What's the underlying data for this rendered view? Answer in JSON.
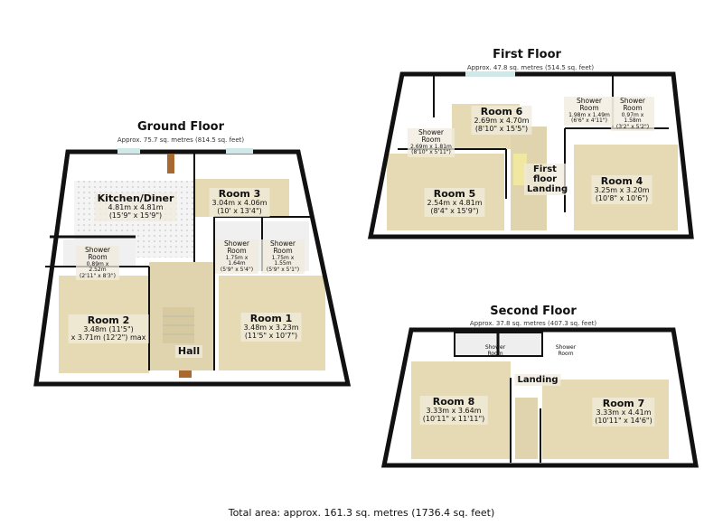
{
  "colors": {
    "wall": "#111111",
    "floor": "#e6dab4",
    "tile": "#f2f2f2",
    "inner": "#ffffff",
    "window": "#cfe8e8",
    "door": "#a86a30"
  },
  "ground": {
    "title": "Ground Floor",
    "subtitle": "Approx. 75.7 sq. metres (814.5 sq. feet)",
    "kitchen": {
      "name": "Kitchen/Diner",
      "dim_m": "4.81m x 4.81m",
      "dim_ft": "(15'9\" x 15'9\")"
    },
    "room3": {
      "name": "Room 3",
      "dim_m": "3.04m x 4.06m",
      "dim_ft": "(10' x 13'4\")"
    },
    "shower_a": {
      "name": "Shower Room",
      "dim_m": "0.89m x 2.52m",
      "dim_ft": "(2'11\" x 8'3\")"
    },
    "shower_b": {
      "name": "Shower Room",
      "dim_m": "1.75m x 1.64m",
      "dim_ft": "(5'9\" x 5'4\")"
    },
    "shower_c": {
      "name": "Shower Room",
      "dim_m": "1.75m x 1.55m",
      "dim_ft": "(5'9\" x 5'1\")"
    },
    "room2": {
      "name": "Room 2",
      "dim_m": "3.48m (11'5\")",
      "dim_ft": "x 3.71m (12'2\") max"
    },
    "room1": {
      "name": "Room 1",
      "dim_m": "3.48m x 3.23m",
      "dim_ft": "(11'5\" x 10'7\")"
    },
    "hall": {
      "name": "Hall"
    }
  },
  "first": {
    "title": "First Floor",
    "subtitle": "Approx. 47.8 sq. metres (514.5 sq. feet)",
    "room6": {
      "name": "Room 6",
      "dim_m": "2.69m x 4.70m",
      "dim_ft": "(8'10\" x 15'5\")"
    },
    "shower_a": {
      "name": "Shower Room",
      "dim_m": "1.98m x 1.49m",
      "dim_ft": "(6'6\" x 4'11\")"
    },
    "shower_b": {
      "name": "Shower Room",
      "dim_m": "0.97m x 1.58m",
      "dim_ft": "(3'2\" x 5'2\")"
    },
    "shower_c": {
      "name": "Shower Room",
      "dim_m": "2.69m x 1.81m",
      "dim_ft": "(8'10\" x 5'11\")"
    },
    "room5": {
      "name": "Room 5",
      "dim_m": "2.54m x 4.81m",
      "dim_ft": "(8'4\" x 15'9\")"
    },
    "landing": {
      "name": "First floor Landing"
    },
    "room4": {
      "name": "Room 4",
      "dim_m": "3.25m x 3.20m",
      "dim_ft": "(10'8\" x 10'6\")"
    }
  },
  "second": {
    "title": "Second Floor",
    "subtitle": "Approx. 37.8 sq. metres (407.3 sq. feet)",
    "shower_a": {
      "name": "Shower Room"
    },
    "shower_b": {
      "name": "Shower Room"
    },
    "landing": {
      "name": "Landing"
    },
    "room8": {
      "name": "Room 8",
      "dim_m": "3.33m x 3.64m",
      "dim_ft": "(10'11\" x 11'11\")"
    },
    "room7": {
      "name": "Room 7",
      "dim_m": "3.33m x 4.41m",
      "dim_ft": "(10'11\" x 14'6\")"
    }
  },
  "total": "Total area: approx. 161.3 sq. metres (1736.4 sq. feet)"
}
